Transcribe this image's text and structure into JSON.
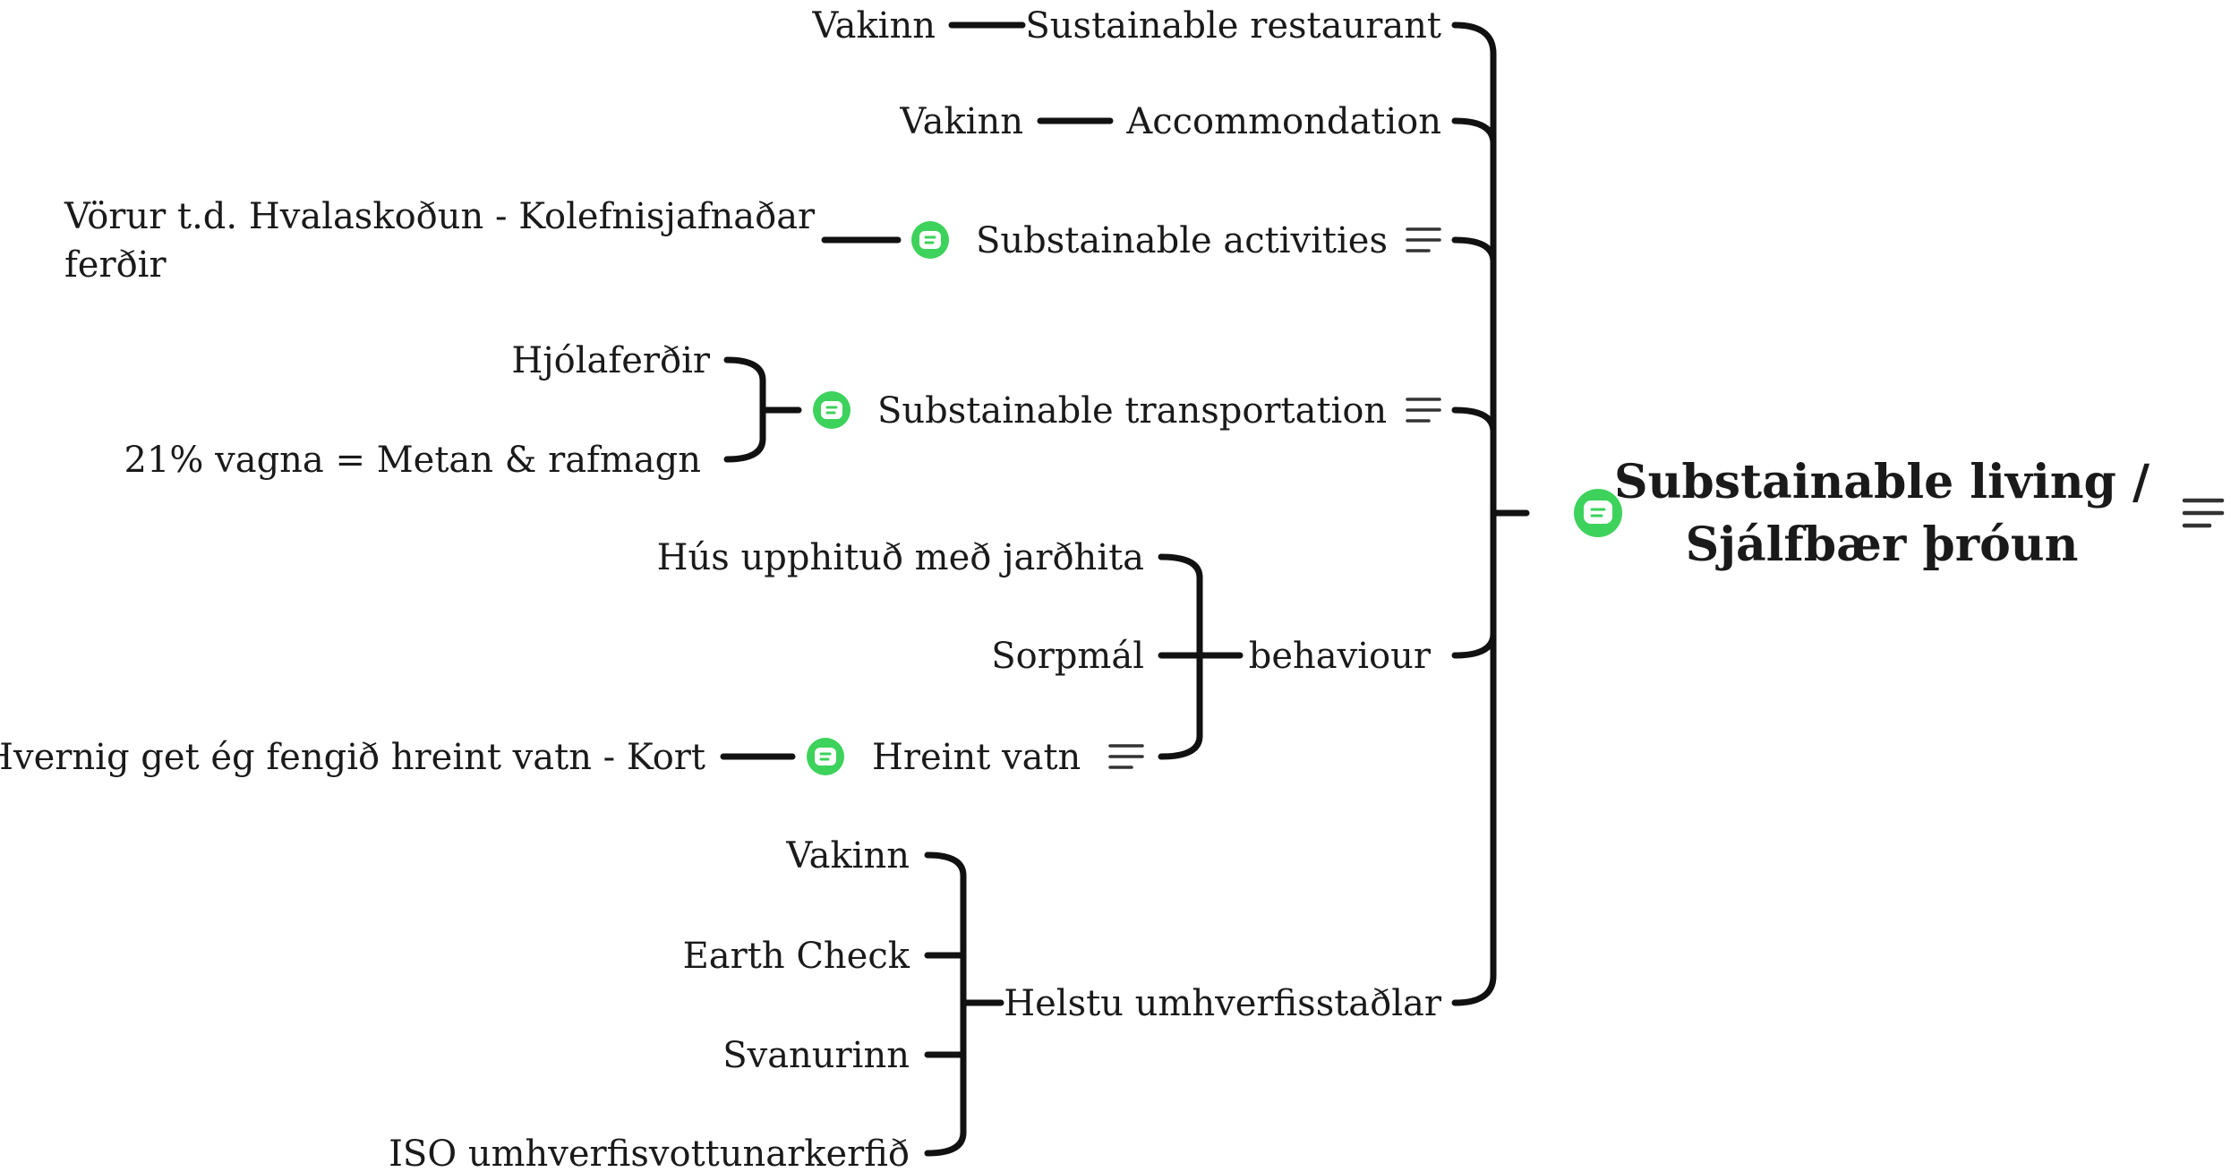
{
  "root": {
    "label_line1": "Substainable living /",
    "label_line2": "Sjálfbær þróun",
    "has_comment": true,
    "has_notes": true
  },
  "branches": [
    {
      "id": "restaurant",
      "label": "Sustainable restaurant",
      "children": [
        "Vakinn"
      ]
    },
    {
      "id": "accommodation",
      "label": "Accommondation",
      "children": [
        "Vakinn"
      ]
    },
    {
      "id": "activities",
      "label": "Substainable activities",
      "has_comment": true,
      "has_notes": true,
      "children_multiline": [
        [
          "Vörur t.d. Hvalaskoðun - Kolefnisjafnaðar",
          "ferðir"
        ]
      ]
    },
    {
      "id": "transportation",
      "label": "Substainable transportation",
      "has_comment": true,
      "has_notes": true,
      "children": [
        "Hjólaferðir",
        "21% vagna = Metan & rafmagn"
      ]
    },
    {
      "id": "behaviour",
      "label": "behaviour",
      "children": [
        "Hús upphituð með jarðhita",
        "Sorpmál"
      ],
      "subbranch": {
        "label": "Hreint vatn",
        "has_comment": true,
        "has_notes": true,
        "children": [
          "Hvernig get ég fengið hreint vatn - Kort"
        ]
      }
    },
    {
      "id": "standards",
      "label": "Helstu umhverfisstaðlar",
      "children": [
        "Vakinn",
        "Earth Check",
        "Svanurinn",
        "ISO umhverfisvottunarkerfið"
      ]
    }
  ],
  "colors": {
    "comment_icon": "#3dd25b",
    "connector": "#111111",
    "text": "#1a1a1a"
  }
}
